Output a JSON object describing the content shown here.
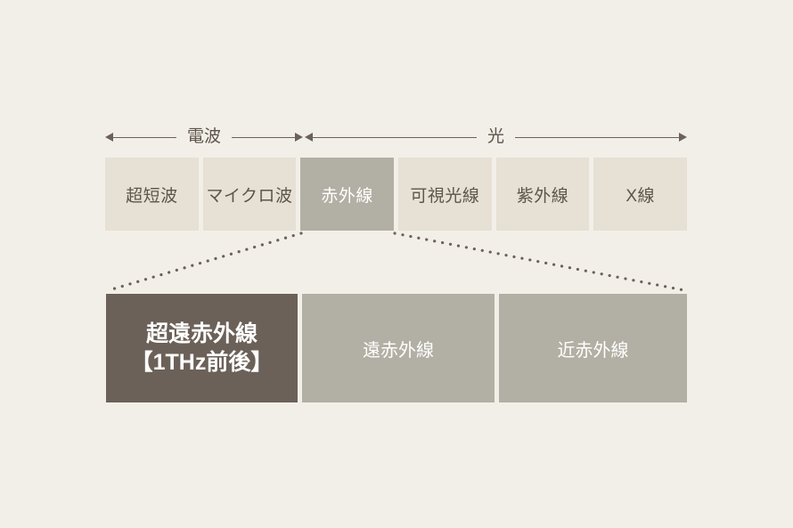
{
  "diagram": {
    "background_color": "#f2efe8",
    "accent_color": "#b2afa4",
    "highlight_color": "#6b6158",
    "light_color": "#e6e0d5",
    "text_color": "#5d544b",
    "arrows": [
      {
        "label": "電波",
        "style": "double-headed"
      },
      {
        "label": "光",
        "style": "double-headed"
      }
    ],
    "spectrum_row": [
      {
        "label": "超短波",
        "highlighted": false
      },
      {
        "label": "マイクロ波",
        "highlighted": false
      },
      {
        "label": "赤外線",
        "highlighted": true
      },
      {
        "label": "可視光線",
        "highlighted": false
      },
      {
        "label": "紫外線",
        "highlighted": false
      },
      {
        "label": "X線",
        "highlighted": false
      }
    ],
    "detail_row": [
      {
        "line1": "超遠赤外線",
        "line2": "【1THz前後】",
        "emphasis": true
      },
      {
        "line1": "遠赤外線",
        "line2": "",
        "emphasis": false
      },
      {
        "line1": "近赤外線",
        "line2": "",
        "emphasis": false
      }
    ]
  }
}
